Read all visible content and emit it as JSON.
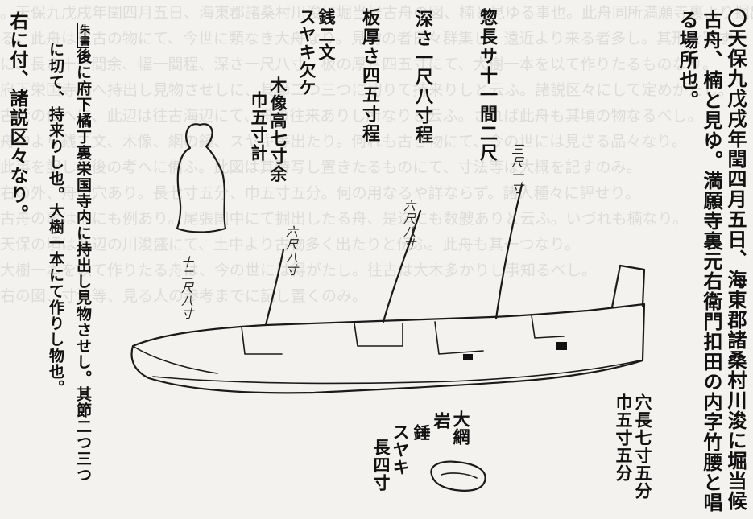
{
  "main_text": {
    "col1": "〇天保九戊戌年閏四月五日、海東郡諸桑村川浚に堀当候",
    "col2": "古舟、楠と見ゆ。満願寺裏元右衛門扣田の内字竹腰と唱",
    "col3": "る場所也。"
  },
  "annotations": {
    "total_length": "惣長サ十一間二尺",
    "depth": "深さ一尺八寸程",
    "plank_thickness": "板厚さ四五寸程",
    "coin_line1": "銭二文",
    "coin_line2": "スヤキ欠ケ",
    "statue_line1": "木像高七寸余",
    "statue_line2": "巾五寸計",
    "hole_line1": "穴長七寸五分",
    "hole_line2": "巾五寸五分",
    "netweight_line1": "大網",
    "netweight_line2": "岩",
    "netweight_line3": "錘",
    "sueki_line1": "スヤキ",
    "sueki_line2": "長四寸"
  },
  "handwritten_labels": {
    "label_a": "十二尺八寸",
    "label_b": "六尺八寸",
    "label_c": "六尺八寸",
    "label_d": "三尺一寸"
  },
  "note": {
    "tag": "朱書",
    "col1_rest": "後に府下橘丁裏栄国寺内に持出し見物させし。其節二つ三つ",
    "col2": "に切て、持来りし也。大樹一本にて作りし物也。",
    "col3": "右に付、諸説区々なり。"
  },
  "background_lines": [
    "。天保九戊戌年閏四月五日、海東郡諸桑村川浚に堀当候古舟の図、楠と見ゆる事也。此舟同所満願寺裏より掘出し",
    "る。此舟は往古の物にて、今世に類なき大舟なり。見物の者日々群集し、遠近より来る者多し。其形を写す",
    "に、長さ十一間余、幅一間程、深さ一尺八寸、板の厚さ四五寸にて、大樹一本を以て作りたるものなり。",
    "府下栄国寺内へ持出し見物させしに、其節二つ三つに切りて持来りしと云ふ。諸説区々にして定めがたし。",
    "古老の伝へに、此辺は往古海辺にて、舟の往来ありし所なりと云ふ。されば此舟も其頃の物なるべし。",
    "舟中より銭二文、木像、網の錘、スヤキ等出たり。何れも古き物にて、今の世には見ざる品々なり。",
    "此事を記して後の考へに備ふ。此図は其時写し置きたるものにて、寸法等は大概を記すのみ。",
    "右の外、舟の穴あり。長七寸五分、巾五寸五分。何の用なるや詳ならず。諸人種々に評せり。",
    "古舟の事は他にも例あり。尾張国中にて掘出したる舟、是迄にも数艘ありと云ふ。いづれも楠なり。",
    "天保の頃は此辺の川浚盛にて、土中より古物多く出たりと伝ふ。此舟も其一つなり。",
    "大樹一本を以て作りたる舟は、今の世には得がたし。往古は大木多かりし事知るべし。",
    "右の図、寸法等、見る人の参考までに記し置くのみ。"
  ]
}
